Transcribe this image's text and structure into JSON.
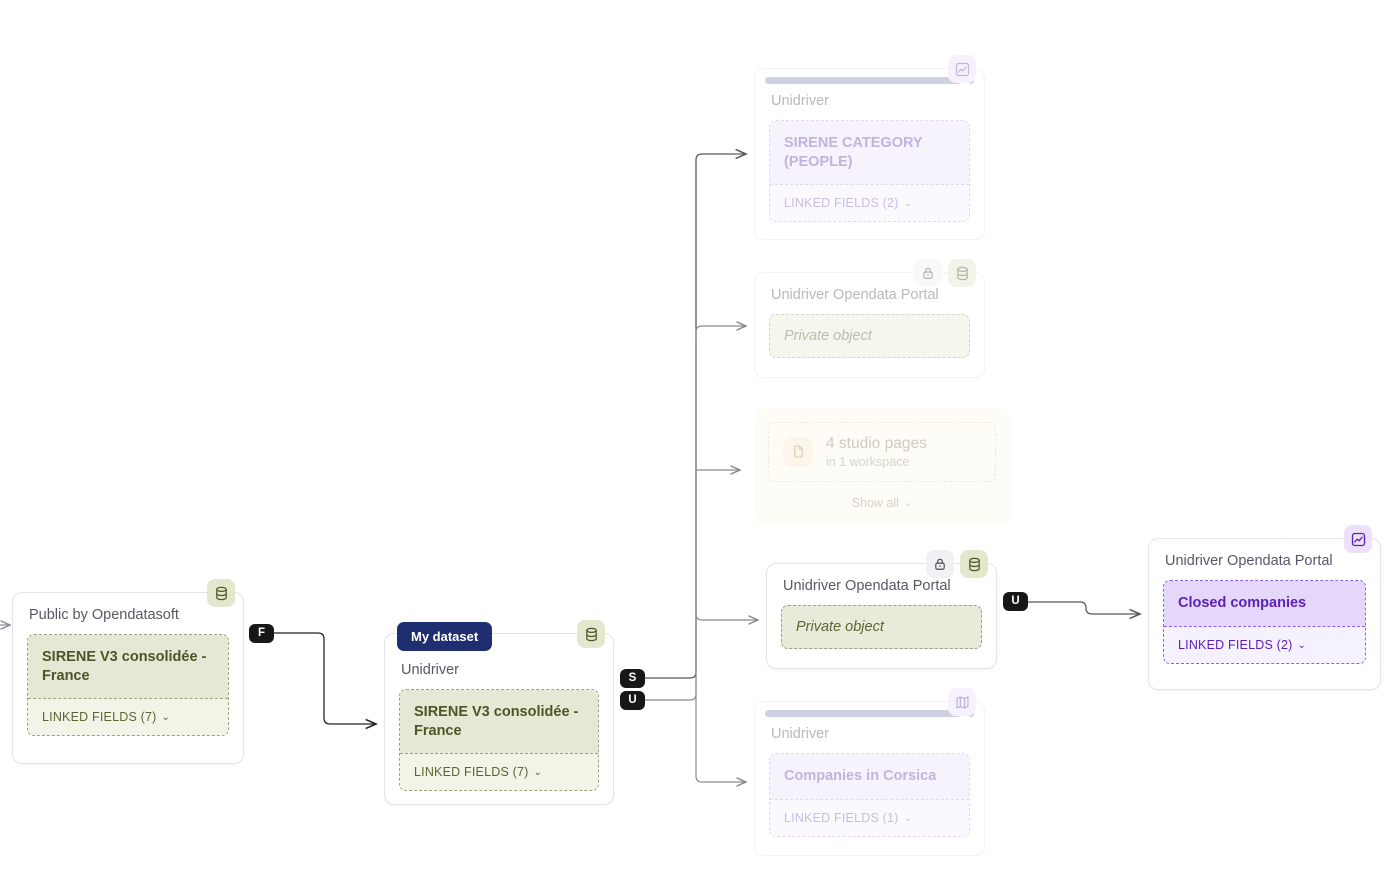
{
  "graph": {
    "edge_labels": [
      {
        "id": "F",
        "text": "F"
      },
      {
        "id": "S",
        "text": "S"
      },
      {
        "id": "U-left",
        "text": "U"
      },
      {
        "id": "U-right",
        "text": "U"
      }
    ]
  },
  "cards": {
    "public_opendatasoft": {
      "source": "Public by Opendatasoft",
      "object_title": "SIRENE V3 consolidée - France",
      "linked_fields": "LINKED FIELDS (7)",
      "chevron": "⌄",
      "badges": [
        "database-icon"
      ]
    },
    "my_dataset": {
      "pill": "My dataset",
      "source": "Unidriver",
      "object_title": "SIRENE V3 consolidée - France",
      "linked_fields": "LINKED FIELDS (7)",
      "chevron": "⌄",
      "badges": [
        "database-icon"
      ]
    },
    "sirene_category": {
      "source": "Unidriver",
      "object_title": "SIRENE CATEGORY (PEOPLE)",
      "linked_fields": "LINKED FIELDS (2)",
      "chevron": "⌄",
      "badges": [
        "chart-icon"
      ]
    },
    "portal_private_top": {
      "source": "Unidriver Opendata Portal",
      "object_title": "Private object",
      "badges": [
        "lock-icon",
        "database-icon"
      ]
    },
    "studio_pages": {
      "title": "4 studio pages",
      "subtitle": "in 1 workspace",
      "show_all": "Show all",
      "chevron": "⌄",
      "icon": "page-icon"
    },
    "portal_private_mid": {
      "source": "Unidriver Opendata Portal",
      "object_title": "Private object",
      "badges": [
        "lock-icon",
        "database-icon"
      ]
    },
    "companies_corsica": {
      "source": "Unidriver",
      "object_title": "Companies in Corsica",
      "linked_fields": "LINKED FIELDS (1)",
      "chevron": "⌄",
      "badges": [
        "map-icon"
      ]
    },
    "closed_companies": {
      "source": "Unidriver Opendata Portal",
      "object_title": "Closed companies",
      "linked_fields": "LINKED FIELDS (2)",
      "chevron": "⌄",
      "badges": [
        "chart-icon"
      ]
    }
  },
  "colors": {
    "green_border": "#9aa37a",
    "green_title_bg": "#e5e8d4",
    "green_text": "#4c5526",
    "purple_border": "#b9a6e0",
    "purple_title_bg": "#ece3fa",
    "purple_text": "#6c4fb0",
    "purple_strong_text": "#5b21b6",
    "navy_pill": "#1f2e6e",
    "cream_bg": "#fdf8ea",
    "edge_label_bg": "#171717",
    "loadbar": "#8b93bb"
  }
}
